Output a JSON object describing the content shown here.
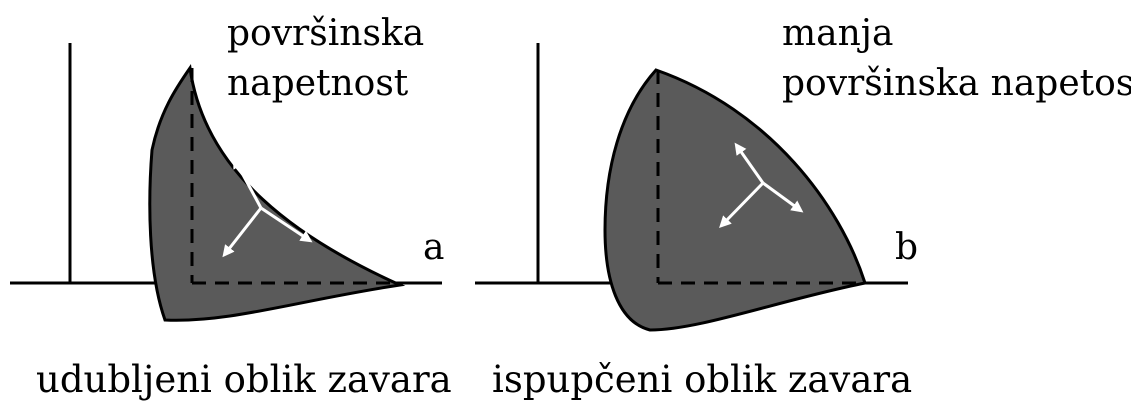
{
  "panel_a": {
    "label_line1": "površinska",
    "label_line2": "napetnost",
    "letter": "a",
    "caption": "udubljeni oblik zavara"
  },
  "panel_b": {
    "label_line1": "manja",
    "label_line2": "površinska napetost",
    "letter": "b",
    "caption": "ispupčeni oblik zavara"
  },
  "colors": {
    "weld_fill": "#5a5a5a",
    "line": "#000000",
    "arrow": "#ffffff"
  }
}
